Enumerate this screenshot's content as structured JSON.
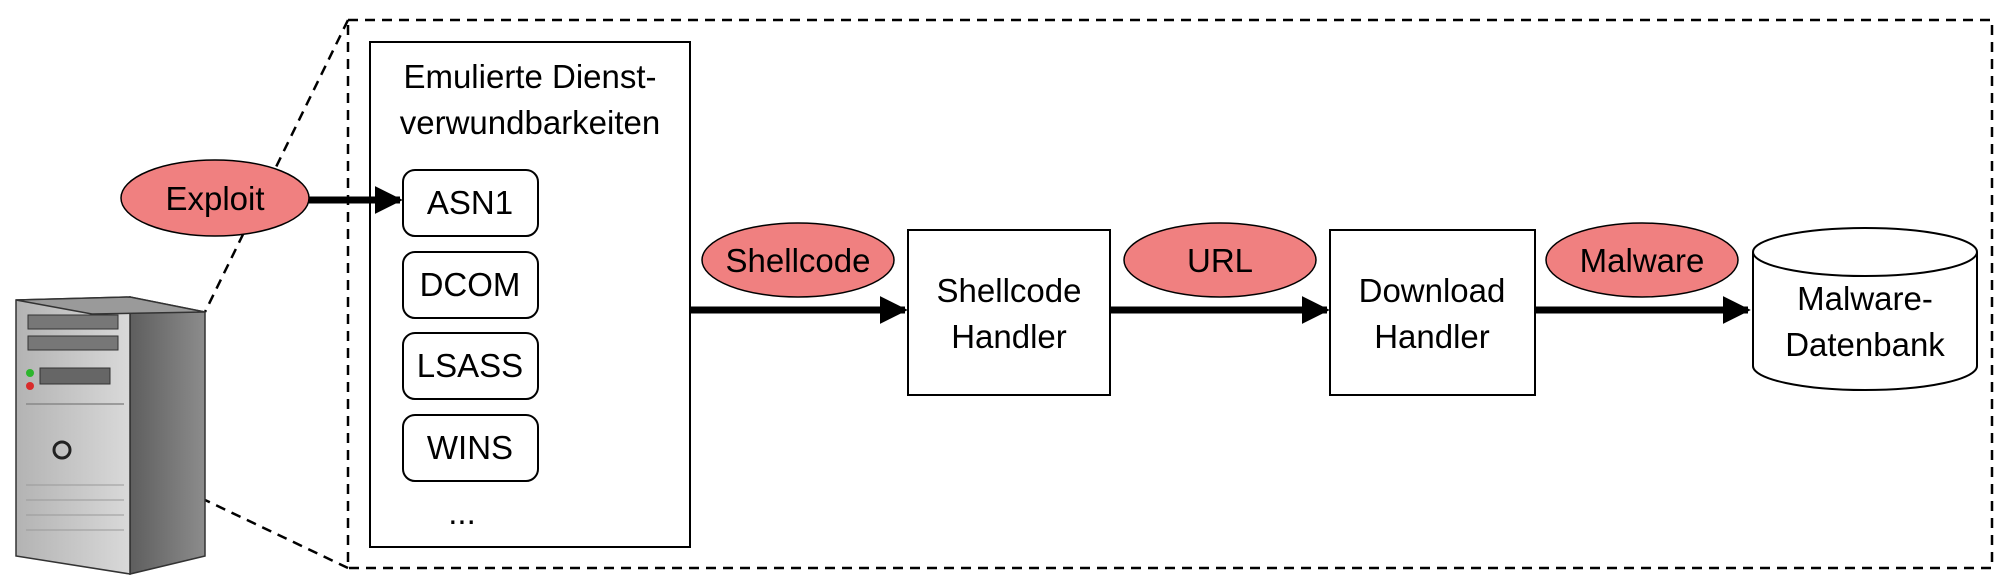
{
  "emulated_services": {
    "title_line1": "Emulierte Dienst-",
    "title_line2": "verwundbarkeiten",
    "items": [
      "ASN1",
      "DCOM",
      "LSASS",
      "WINS"
    ],
    "ellipsis": "..."
  },
  "flow_labels": {
    "exploit": "Exploit",
    "shellcode": "Shellcode",
    "url": "URL",
    "malware": "Malware"
  },
  "shellcode_handler": {
    "line1": "Shellcode",
    "line2": "Handler"
  },
  "download_handler": {
    "line1": "Download",
    "line2": "Handler"
  },
  "malware_db": {
    "line1": "Malware-",
    "line2": "Datenbank"
  },
  "colors": {
    "label_fill": "#f08080",
    "stroke": "#000000",
    "server_body": "#8a8a8a",
    "server_front": "#c9c9c9"
  }
}
